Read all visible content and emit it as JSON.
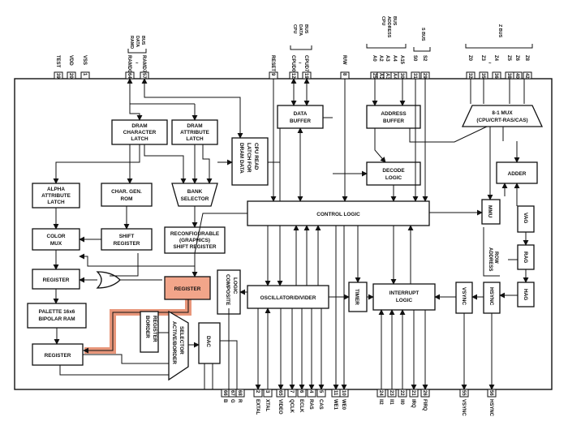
{
  "groups": {
    "ramd_bus": [
      "RAMD",
      "DATA",
      "BUS"
    ],
    "cpu_data_bus": [
      "CPU",
      "DATA",
      "BUS"
    ],
    "cpu_address_bus": [
      "CPU",
      "ADDRESS",
      "BUS"
    ],
    "s_bus": "S BUS",
    "z_bus": "Z BUS"
  },
  "pins_top": {
    "test": {
      "name": "TEST",
      "num": "39"
    },
    "vdd": {
      "name": "VDD",
      "num": "20"
    },
    "vss": {
      "name": "VSS",
      "num": "1"
    },
    "ramd0": {
      "name": "RAMD0",
      "num": "64"
    },
    "ramd7": {
      "name": "RAMD7",
      "num": "57"
    },
    "reset": {
      "name": "RESET",
      "num": "9"
    },
    "cpud0": {
      "name": "CPUD0",
      "num": "12"
    },
    "cpud7": {
      "name": "CPUD7",
      "num": "19"
    },
    "rw": {
      "name": "R/W",
      "num": "8"
    },
    "a0": {
      "name": "A0",
      "num": "25"
    },
    "a2": {
      "name": "A2",
      "num": "A2"
    },
    "a3": {
      "name": "A3",
      "num": "A3"
    },
    "a4": {
      "name": "A4",
      "num": "A4"
    },
    "a15": {
      "name": "A15",
      "num": "30"
    },
    "s0": {
      "name": "S0",
      "num": "31"
    },
    "s2": {
      "name": "S2",
      "num": "29"
    },
    "z0": {
      "name": "Z0",
      "num": "32"
    },
    "z3": {
      "name": "Z3",
      "num": "35"
    },
    "z4": {
      "name": "Z4",
      "num": "36"
    },
    "z5": {
      "name": "Z5",
      "num": "38"
    },
    "z6": {
      "name": "Z6",
      "num": "40"
    },
    "z8": {
      "name": "Z8",
      "num": "42"
    },
    "tilde": "~"
  },
  "pins_bottom": {
    "b": {
      "name": "B",
      "num": "66"
    },
    "g": {
      "name": "G",
      "num": "67"
    },
    "r": {
      "name": "R",
      "num": "68"
    },
    "extal": {
      "name": "EXTAL",
      "num": "2"
    },
    "xtal": {
      "name": "XTAL",
      "num": "3"
    },
    "video": {
      "name": "VIDEO",
      "num": "65"
    },
    "qclk": {
      "name": "QCLK",
      "num": "7"
    },
    "eclk": {
      "name": "ECLK",
      "num": "6"
    },
    "ras": {
      "name": "RAS",
      "num": "4"
    },
    "cas": {
      "name": "CAS",
      "num": "5"
    },
    "we1": {
      "name": "WE1",
      "num": "11"
    },
    "we0": {
      "name": "WE0",
      "num": "10"
    },
    "ii2": {
      "name": "II2",
      "num": "24"
    },
    "ii1": {
      "name": "II1",
      "num": "23"
    },
    "ii0": {
      "name": "II0",
      "num": "22"
    },
    "irq": {
      "name": "IRQ",
      "num": "21"
    },
    "firq": {
      "name": "FIRQ",
      "num": "26"
    },
    "vsync": {
      "name": "VSYNC",
      "num": "55"
    },
    "hsync": {
      "name": "HSYNC",
      "num": "56"
    }
  },
  "blocks": {
    "dram_char_latch": [
      "DRAM",
      "CHARACTER",
      "LATCH"
    ],
    "dram_attr_latch": [
      "DRAM",
      "ATTRIBUTE",
      "LATCH"
    ],
    "dram_data_latch": [
      "DRAM DATA",
      "LATCH FOR",
      "CPU READ"
    ],
    "data_buffer": [
      "DATA",
      "BUFFER"
    ],
    "address_buffer": [
      "ADDRESS",
      "BUFFER"
    ],
    "mux": [
      "8-1 MUX",
      "(CPU/CRT-RAS/CAS)"
    ],
    "decode_logic": [
      "DECODE",
      "LOGIC"
    ],
    "adder": "ADDER",
    "alpha_attr_latch": [
      "ALPHA",
      "ATTRIBUTE",
      "LATCH"
    ],
    "char_gen_rom": [
      "CHAR. GEN.",
      "ROM"
    ],
    "bank_selector": [
      "BANK",
      "SELECTOR"
    ],
    "control_logic": "CONTROL LOGIC",
    "mmu": "MMU",
    "vag": "VAG",
    "color_mux": [
      "COLOR",
      "MUX"
    ],
    "shift_register": [
      "SHIFT",
      "REGISTER"
    ],
    "reconfigurable": [
      "RECONFIGURABLE",
      "(GRAPHICS)",
      "SHIFT REGISTER"
    ],
    "rag": "RAG",
    "row_address": [
      "ROW",
      "ADDRESS"
    ],
    "register_upper": "REGISTER",
    "register_highlight": "REGISTER",
    "composite_logic": [
      "COMPOSITE",
      "LOGIC"
    ],
    "oscillator_divider": "OSCILLATOR/DIVIDER",
    "timer": "TIMER",
    "interrupt_logic": [
      "INTERRUPT",
      "LOGIC"
    ],
    "vsync_block": "VSYNC",
    "hsync_block": "HSYNC",
    "hag": "HAG",
    "palette": [
      "PALETTE 16x6",
      "BIPOLAR RAM"
    ],
    "border_register": [
      "BORDER",
      "REGISTER"
    ],
    "active_border_selector": [
      "ACTIVE/BORDER",
      "SELECTOR"
    ],
    "register_lower": "REGISTER",
    "dac": "DAC"
  },
  "colors": {
    "highlight_fill": "#f2a58a",
    "highlight_path": "#e8967a",
    "line": "#111111"
  }
}
